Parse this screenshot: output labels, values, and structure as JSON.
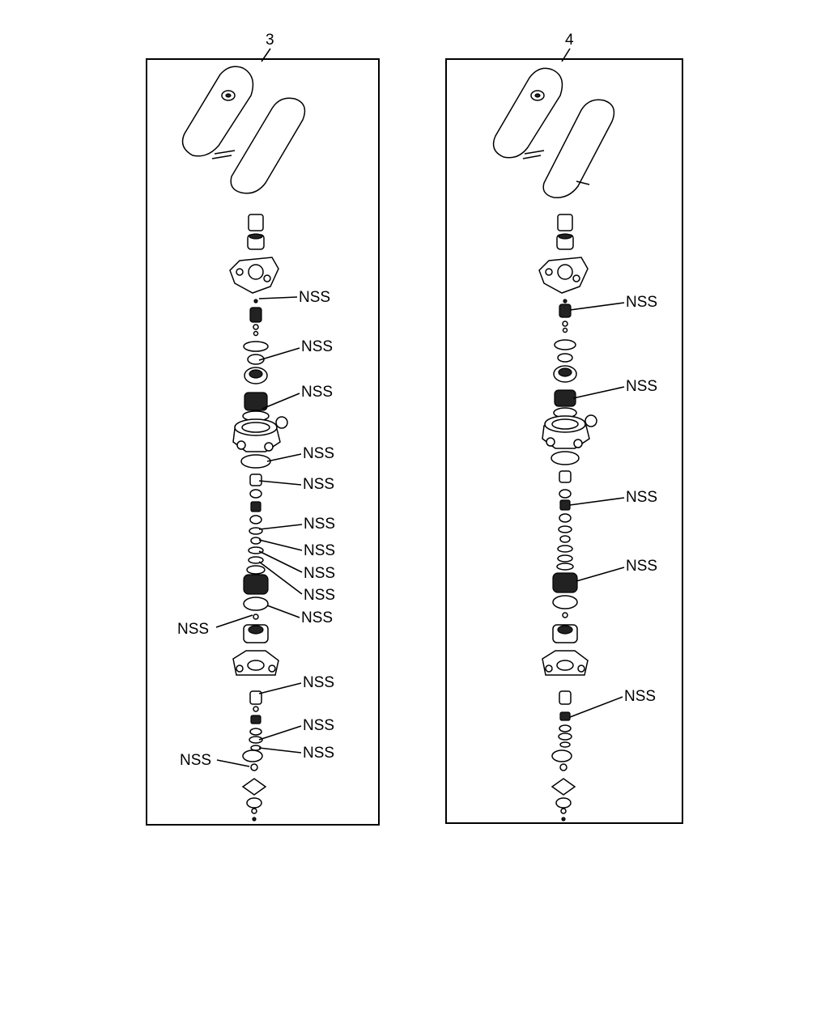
{
  "panels": [
    {
      "id": "3",
      "callout": "3",
      "labels": [
        "NSS",
        "NSS",
        "NSS",
        "NSS",
        "NSS",
        "NSS",
        "NSS",
        "NSS",
        "NSS",
        "NSS",
        "NSS",
        "NSS",
        "NSS",
        "NSS",
        "NSS"
      ]
    },
    {
      "id": "4",
      "callout": "4",
      "labels": [
        "NSS",
        "NSS",
        "NSS",
        "NSS",
        "NSS"
      ]
    }
  ],
  "colors": {
    "line": "#000000",
    "background": "#ffffff"
  }
}
